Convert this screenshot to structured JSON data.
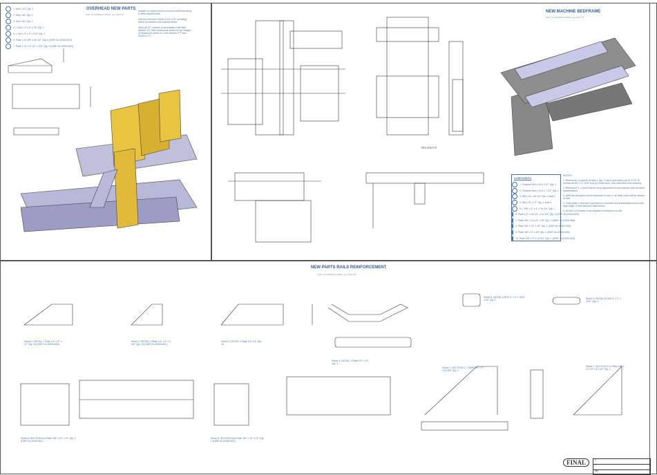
{
  "overhead": {
    "title": "OVERHEAD NEW PARTS",
    "subtitle": "Note: for installation details, see sheet X4",
    "parts": [
      "1. 6x6 x 1/2\" Qty. 1",
      "2. 6x6 x 36\" Qty. 2",
      "3. 6x6 x 36\" Qty. 2",
      "4. L 3x4 x 3\" x 3\" x 26\" Qty. 2",
      "5. L 3x4 x 3\" x 3\" x 3/4\" Qty. 4",
      "6. Plate x 10 3/8\" x 20 1/2\" Qty. 4 (DWF-IN-20000-813)",
      "7. Plate x 10\" x 5 1/2\" x 3/4\" Qty. 4 (DWF-IN-20000-894)"
    ],
    "notes": [
      "Installer to adjust shims to ensure shaft according to field requirements.",
      "Use the removed C6x8 13 1/2 x 20\" (existing) beam for another 6x6 channel beam.",
      "Weld all 10\" I beams to be installed with field welded 1/4\" fillet continuous welds for top flanges of beams per sheet X4. See Section P-P and Section 3.3."
    ]
  },
  "bedframe": {
    "title": "NEW MACHINE BEDFRAME",
    "subtitle": "Note: for installation details, see sheet X7",
    "section_label": "SECTION P-P",
    "components_title": "COMPONENTS",
    "components": [
      "1. Channel 6x6 x 13.5 x 37\" Qty. 2",
      "2. Channel 6x6 x 13.5 x 7 1/2\" Qty. 1",
      "3. W8 x 31 x 48 1/4\" Qty. 2 total 2",
      "4. W8 x 31 x 37\" Qty. 1 total 2",
      "5. L 3/8\" x 4\" x 4\" x 26 3/4\" Qty. 1",
      "6. Plate 1/2\" x 26 1/2\" x 24 3/4\" Qty. 1 (DWF-IN-20000-800)",
      "7. Plate 3/8\" x 15 1/4\" x 28\" Qty. 1 (DWF-IN-20000-806)",
      "8. Plate 3/8\" x 10\" x 20\" Qty. 1 (DWF-IN-20000-808)",
      "9. Plate 3/8\" x 9\" x 28\" Qty. 1 (DWF-IN-20000-806)",
      "10. Plate 3/8\" x 9\" x 14 3/4\" Qty. 1 (DWF-IN-20000-813)"
    ],
    "notes_title": "NOTES:",
    "notes": [
      "1. Reference 1 channel at item 1 Qty. 1 has a machined pad of 1 1/2\" to receive all 3/4\" x 3\" UNC bolt (4) holes each. See weld size from drawing.",
      "2. Reference 3, 4 and 8 will be shop assembled in accordance with the weld specifications.",
      "3. With the exception of the elements of note 2, all other parts will be welded on site.",
      "4. Once plate 6 has been anchored to concrete and leveled/shimmed to the right angle, 5 field weld per instructions.",
      "5. All W8 x 31 beams to be installed level/plumb on site."
    ]
  },
  "rails": {
    "title": "NEW PARTS RAILS REINFORCEMENT",
    "subtitle": "Note: for installation details, see sheet X5",
    "labels": [
      "Sheet 1: DETAIL 1 Plate 1/4\" x 8\" x 12\" Qty. 16 (DWF-IN-20000-800)",
      "Sheet 2: DETAIL 2 Plate 1/4\" x 8\" x 9 5/8\" Qty. 16 (DWF-IN-20000-801)",
      "Sheet 3: DETAIL 3 Plate 1/4\" x 8\" Qty. 16",
      "Sheet 4: DETAIL 4 Plate 1/4\" x 22\" Qty. 1",
      "Sheet 5: DETAIL A HSS 4\" x 4\" x 3/16\" x 60\" Qty. 2",
      "Sheet 5: DETAIL B HSS 4\" x 2\" x 3/16\" Qty. 2",
      "Sheet 6: SECTION A-A Plate 3/8\" x 10\" x 10\" Qty. 1 (DWF-IN-20000-811)",
      "Sheet 6: SECTION B-B Plate 3/8\" x 10\" x 10\" Qty. 1 (DWF-IN-20000-812)",
      "Sheet 7: SECTION C-C Plate 3/8\" x 5\" x 16 5/8\" Qty. 2",
      "Sheet 7: SECTION D-D Plate 3/8\" x 12 1/2\" x 12 1/4\" Qty. 1"
    ]
  },
  "title_block": {
    "stamp": "FINAL",
    "rows": [
      "A",
      "1",
      "REV"
    ]
  }
}
